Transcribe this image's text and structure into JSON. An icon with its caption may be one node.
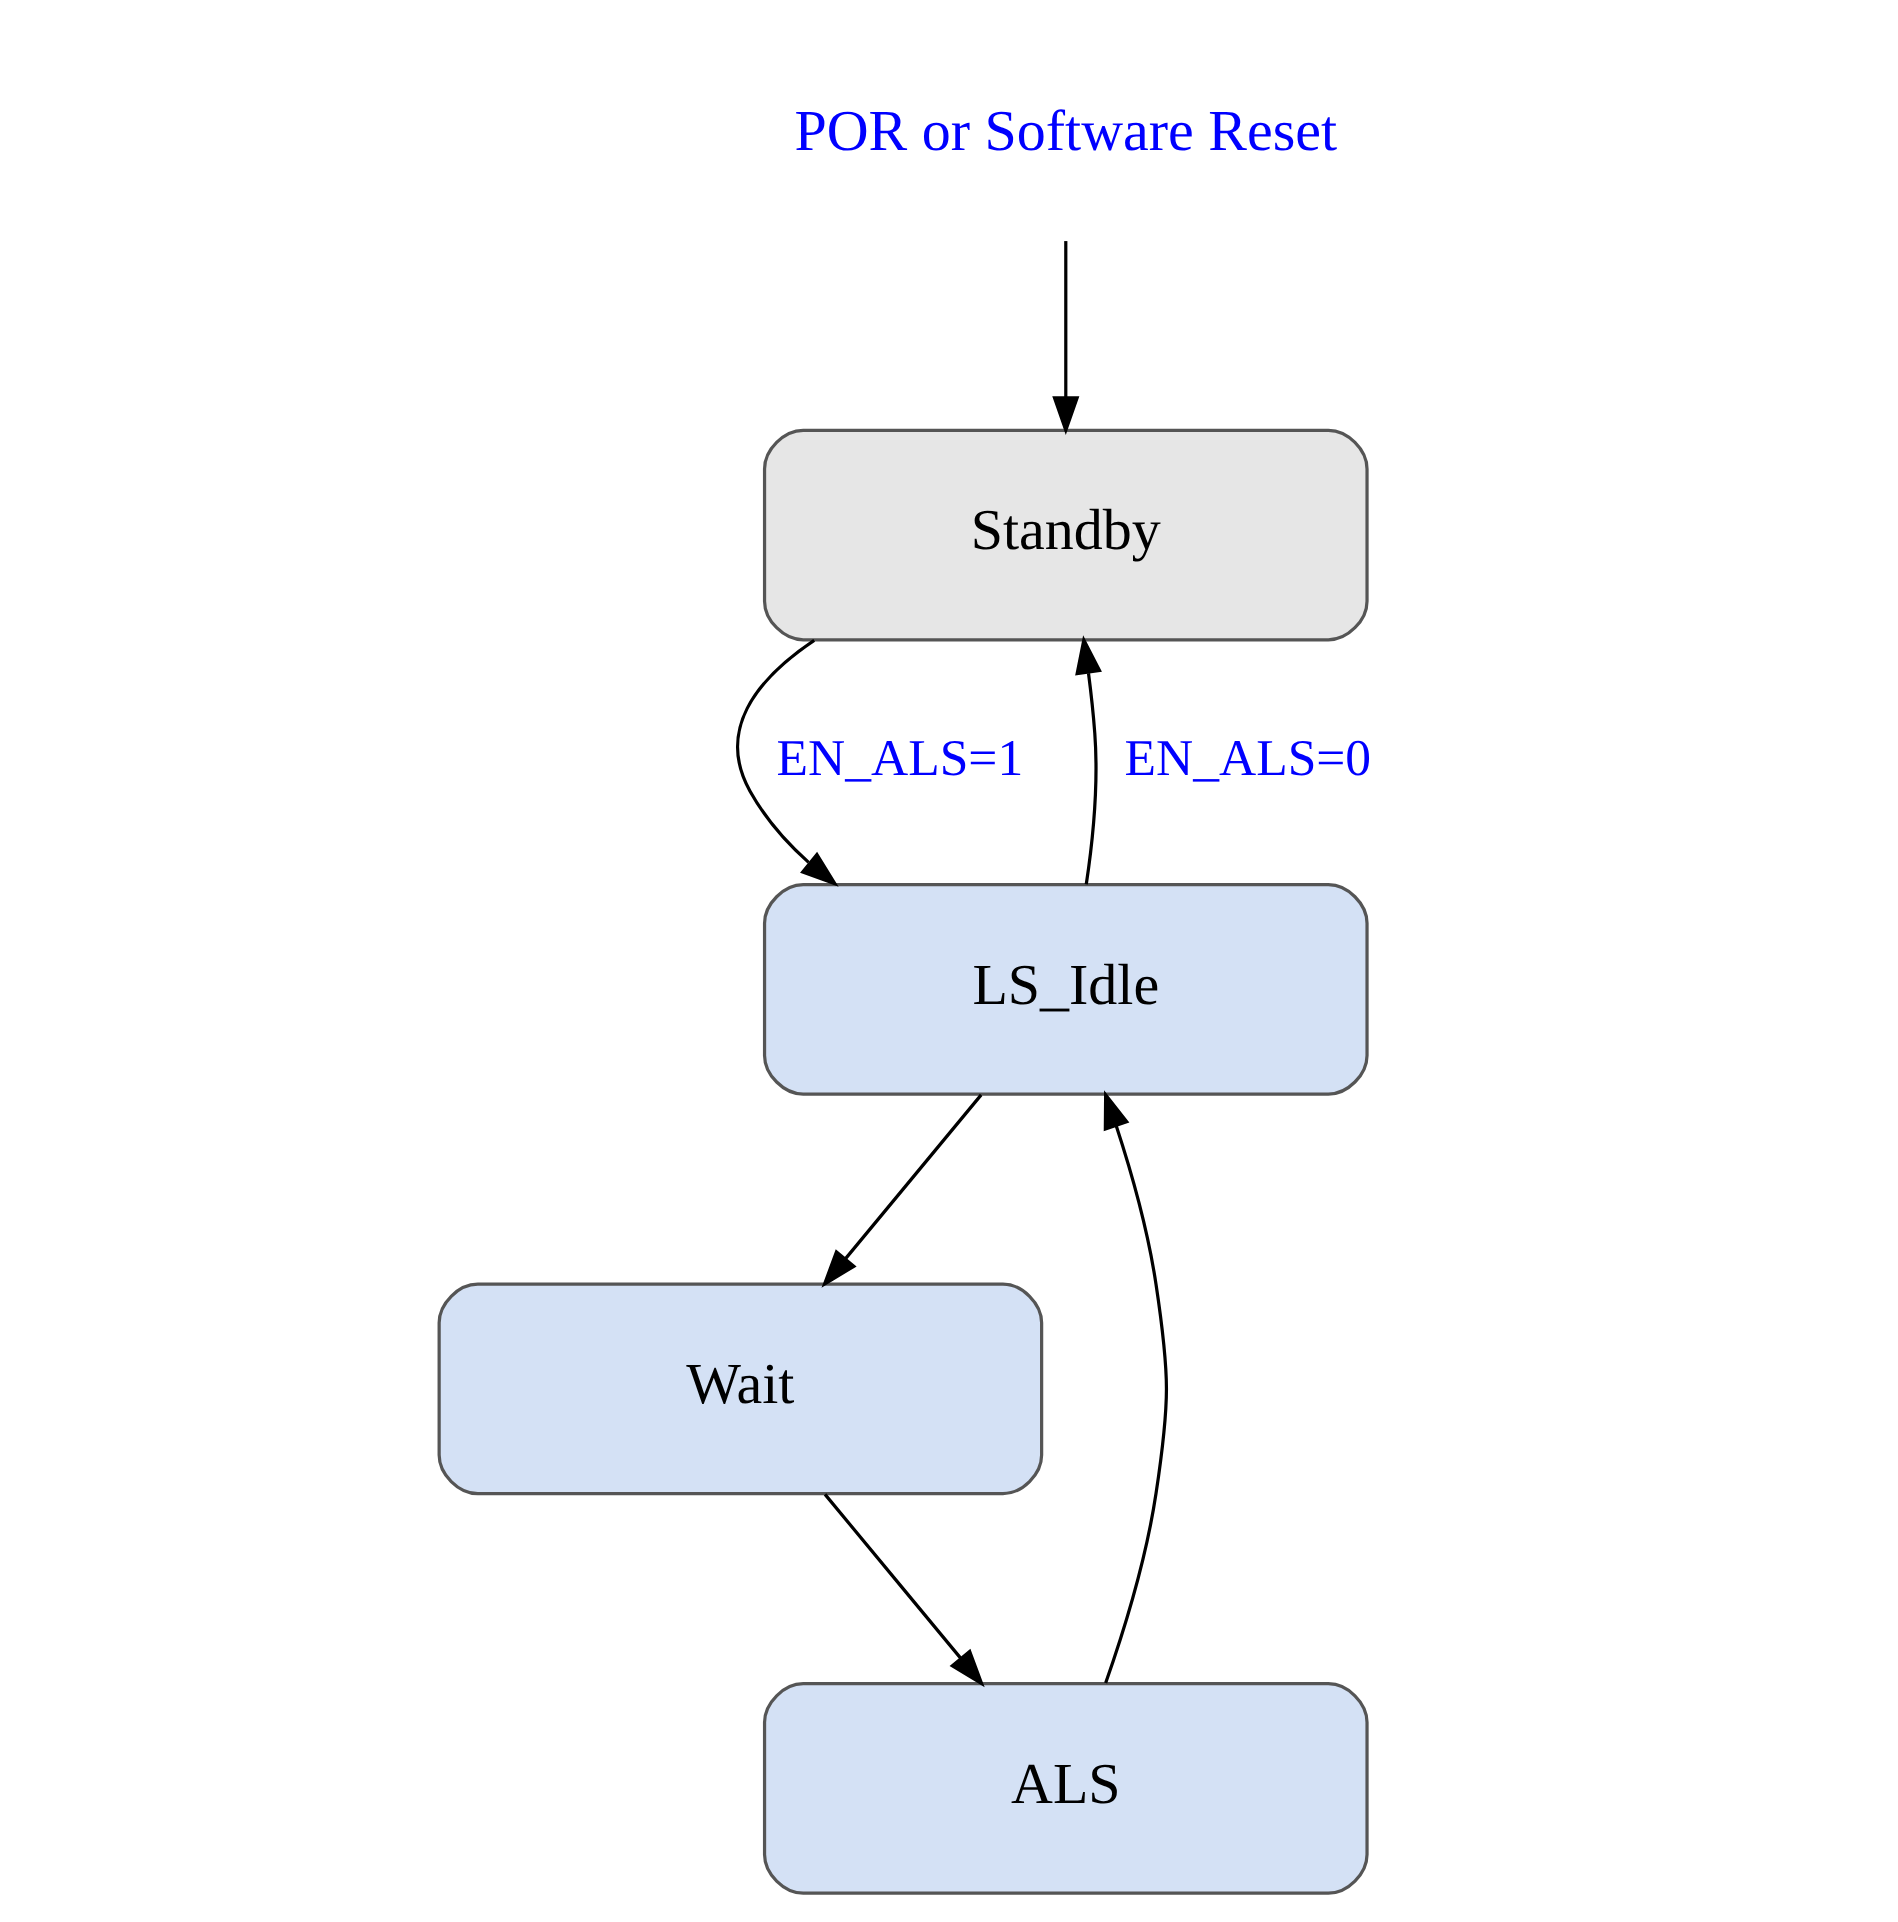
{
  "diagram": {
    "nodes": [
      {
        "text": [
          "Standby"
        ]
      },
      {
        "text": [
          "LS_Idle"
        ]
      },
      {
        "text": [
          "ALS"
        ]
      },
      {
        "text": [
          "Wait"
        ]
      },
      {
        "text": [
          "POR or Software Reset"
        ]
      }
    ],
    "edges": [
      {
        "from": 4,
        "to": 0,
        "arrow": "to"
      },
      {
        "from": 0,
        "to": 1,
        "arrow": "to",
        "label": "EN_ALS=1"
      },
      {
        "from": 1,
        "to": 0,
        "arrow": "to",
        "label": "EN_ALS=0"
      },
      {
        "from": 1,
        "to": 3,
        "arrow": "to"
      },
      {
        "from": 3,
        "to": 2,
        "arrow": "to"
      },
      {
        "from": 2,
        "to": 1,
        "arrow": "to"
      }
    ]
  }
}
